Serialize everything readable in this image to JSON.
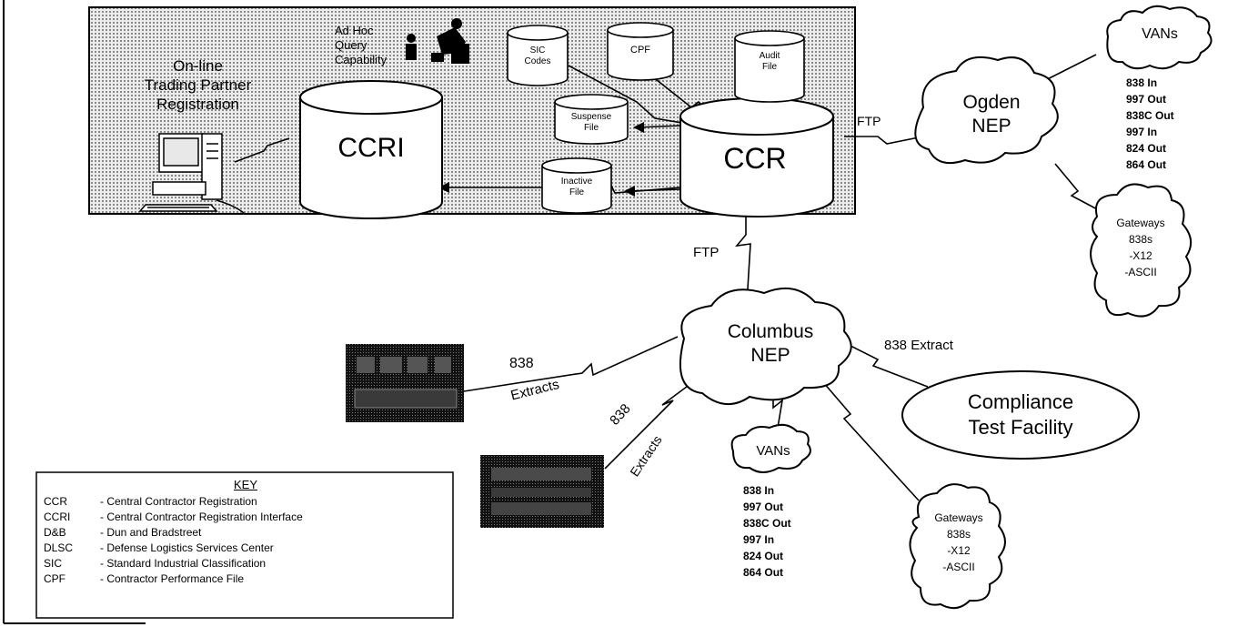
{
  "nodes": {
    "online_registration": [
      "On-line",
      "Trading Partner",
      "Registration"
    ],
    "adhoc_query": [
      "Ad Hoc",
      "Query",
      "Capability"
    ],
    "ccri": "CCRI",
    "ccr": "CCR",
    "sic_codes": [
      "SIC",
      "Codes"
    ],
    "cpf": "CPF",
    "audit_file": [
      "Audit",
      "File"
    ],
    "suspense_file": [
      "Suspense",
      "File"
    ],
    "inactive_file": [
      "Inactive",
      "File"
    ],
    "ogden_nep": [
      "Ogden",
      "NEP"
    ],
    "columbus_nep": [
      "Columbus",
      "NEP"
    ],
    "compliance_test_facility": [
      "Compliance",
      "Test Facility"
    ],
    "vans_top": "VANs",
    "vans_bottom": "VANs",
    "gateways_right": [
      "Gateways",
      "838s",
      "-X12",
      "-ASCII"
    ],
    "gateways_bottom": [
      "Gateways",
      "838s",
      "-X12",
      "-ASCII"
    ]
  },
  "transactions_top": [
    "838 In",
    "997 Out",
    "838C Out",
    "997 In",
    "824 Out",
    "864 Out"
  ],
  "transactions_bottom": [
    "838 In",
    "997 Out",
    "838C Out",
    "997 In",
    "824 Out",
    "864 Out"
  ],
  "links": {
    "ftp_ogden": "FTP",
    "ftp_columbus": "FTP",
    "extract_838_ctf": "838 Extract",
    "extracts_dnb": [
      "838",
      "Extracts"
    ],
    "extracts_dlsc": [
      "838",
      "Extracts"
    ]
  },
  "key": {
    "title": "KEY",
    "entries": [
      {
        "abbr": "CCR",
        "desc": "- Central Contractor Registration"
      },
      {
        "abbr": "CCRI",
        "desc": "- Central Contractor Registration Interface"
      },
      {
        "abbr": "D&B",
        "desc": "- Dun and Bradstreet"
      },
      {
        "abbr": "DLSC",
        "desc": "- Defense Logistics Services Center"
      },
      {
        "abbr": "SIC",
        "desc": "- Standard Industrial Classification"
      },
      {
        "abbr": "CPF",
        "desc": "- Contractor Performance File"
      }
    ]
  },
  "colors": {
    "background": "#ffffff",
    "shaded_region": "#d8d8d8",
    "ink": "#000000",
    "dark_box": "#151515"
  }
}
